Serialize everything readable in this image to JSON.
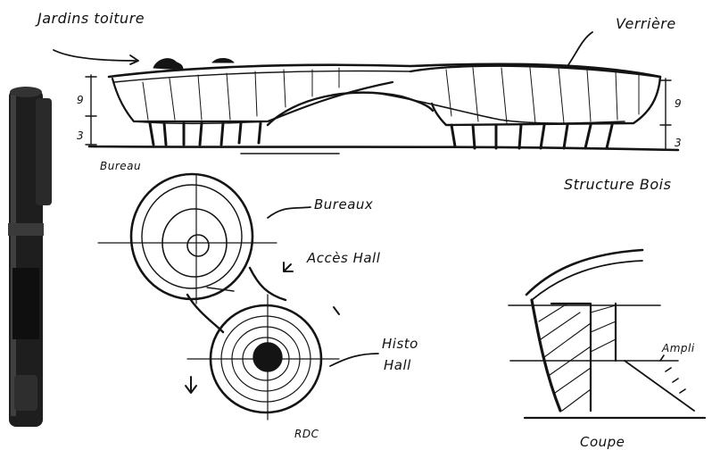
{
  "labels": {
    "jardins": "Jardins toiture",
    "verriere": "Verrière",
    "bureau_elev": "Bureau",
    "dim_left_top": "9",
    "dim_left_bottom": "3",
    "dim_right_top": "9",
    "dim_right_bottom": "3",
    "structure": "Structure Bois",
    "bureaux": "Bureaux",
    "acces": "Accès Hall",
    "hall": "Hall",
    "hall_prefix": "Histo",
    "rdc": "RDC",
    "ampli": "Ampli",
    "coupe": "Coupe"
  },
  "colors": {
    "ink": "#141414",
    "paper": "#ffffff",
    "pen_body": "#1e1e1e"
  }
}
